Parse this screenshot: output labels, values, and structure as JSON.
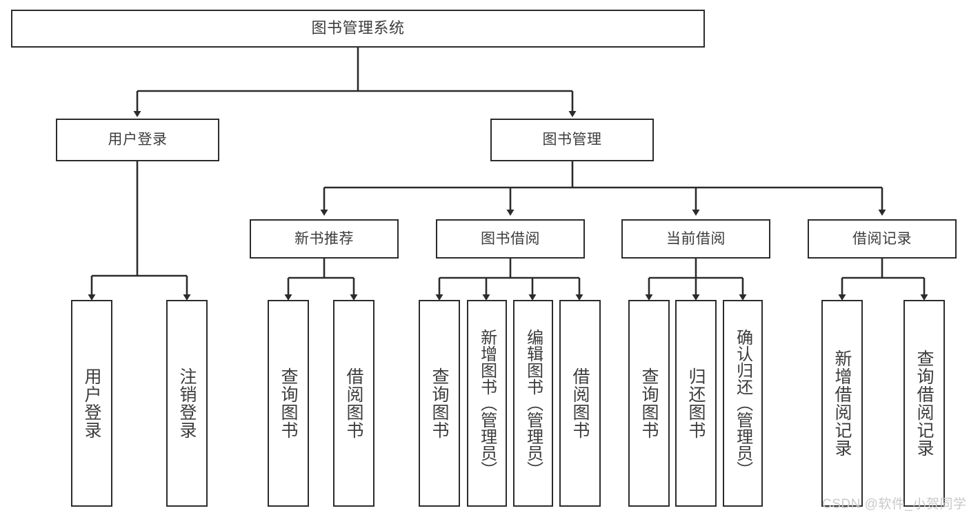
{
  "diagram": {
    "title": "图书管理系统",
    "type": "tree",
    "watermark": "CSDN @软件_小贺同学",
    "colors": {
      "stroke": "#2b2b2b",
      "text": "#3c3c3c",
      "background": "#ffffff",
      "watermark": "#c9c9c9"
    },
    "levels": {
      "root": {
        "label": "图书管理系统"
      },
      "level2": [
        {
          "label": "用户登录"
        },
        {
          "label": "图书管理"
        }
      ],
      "level3": [
        {
          "label": "新书推荐"
        },
        {
          "label": "图书借阅"
        },
        {
          "label": "当前借阅"
        },
        {
          "label": "借阅记录"
        }
      ]
    },
    "leaves": {
      "user_login": [
        {
          "label": "用户登录"
        },
        {
          "label": "注销登录"
        }
      ],
      "new_book_recommend": [
        {
          "label": "查询图书"
        },
        {
          "label": "借阅图书"
        }
      ],
      "book_borrow": [
        {
          "label": "查询图书"
        },
        {
          "label": "新增图书（管理员）"
        },
        {
          "label": "编辑图书（管理员）"
        },
        {
          "label": "借阅图书"
        }
      ],
      "current_borrow": [
        {
          "label": "查询图书"
        },
        {
          "label": "归还图书"
        },
        {
          "label": "确认归还（管理员）"
        }
      ],
      "borrow_record": [
        {
          "label": "新增借阅记录"
        },
        {
          "label": "查询借阅记录"
        }
      ]
    }
  }
}
